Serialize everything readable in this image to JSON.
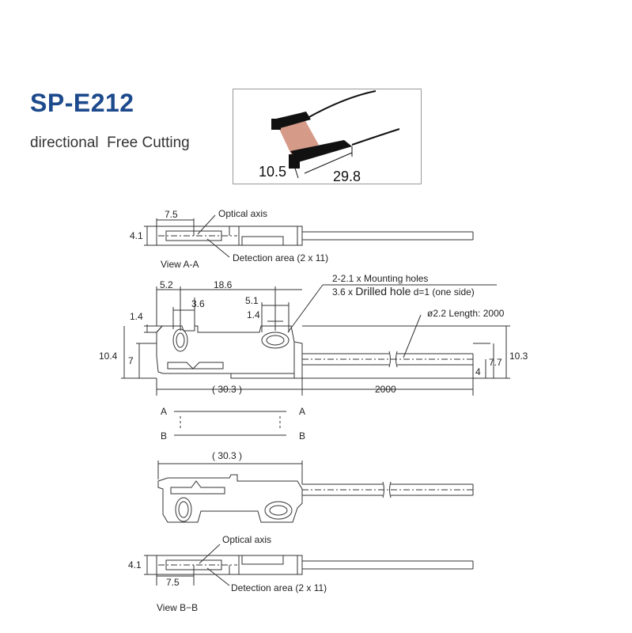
{
  "header": {
    "title": "SP-E212",
    "subtitle": "directional  Free Cutting"
  },
  "photo": {
    "dim_height": "10.5",
    "dim_length": "29.8"
  },
  "top_view": {
    "dim_offset": "7.5",
    "dim_height": "4.1",
    "optical_axis_label": "Optical axis",
    "detection_area_label": "Detection area (2 x 11)",
    "view_label": "View A-A"
  },
  "front_view": {
    "dim_5_2": "5.2",
    "dim_18_6": "18.6",
    "dim_3_6": "3.6",
    "dim_5_1": "5.1",
    "dim_1_4_left": "1.4",
    "dim_1_4_right": "1.4",
    "dim_10_4": "10.4",
    "dim_7": "7",
    "dim_30_3": "( 30.3 )",
    "dim_2000": "2000",
    "dim_4": "4",
    "dim_7_7": "7.7",
    "dim_10_3": "10.3",
    "mounting_holes_label": "2-2.1 x Mounting holes",
    "drilled_hole_label_prefix": "3.6 x ",
    "drilled_hole_label_big": "Drilled hole",
    "drilled_hole_label_suffix": " d=1 (one side)",
    "cable_label": "ø2.2 Length: 2000"
  },
  "section_marks": {
    "a_left": "A",
    "a_right": "A",
    "b_left": "B",
    "b_right": "B"
  },
  "back_view": {
    "dim_30_3": "( 30.3 )"
  },
  "bottom_view": {
    "dim_height": "4.1",
    "dim_offset": "7.5",
    "optical_axis_label": "Optical axis",
    "detection_area_label": "Detection area (2 x 11)",
    "view_label": "View B−B"
  }
}
